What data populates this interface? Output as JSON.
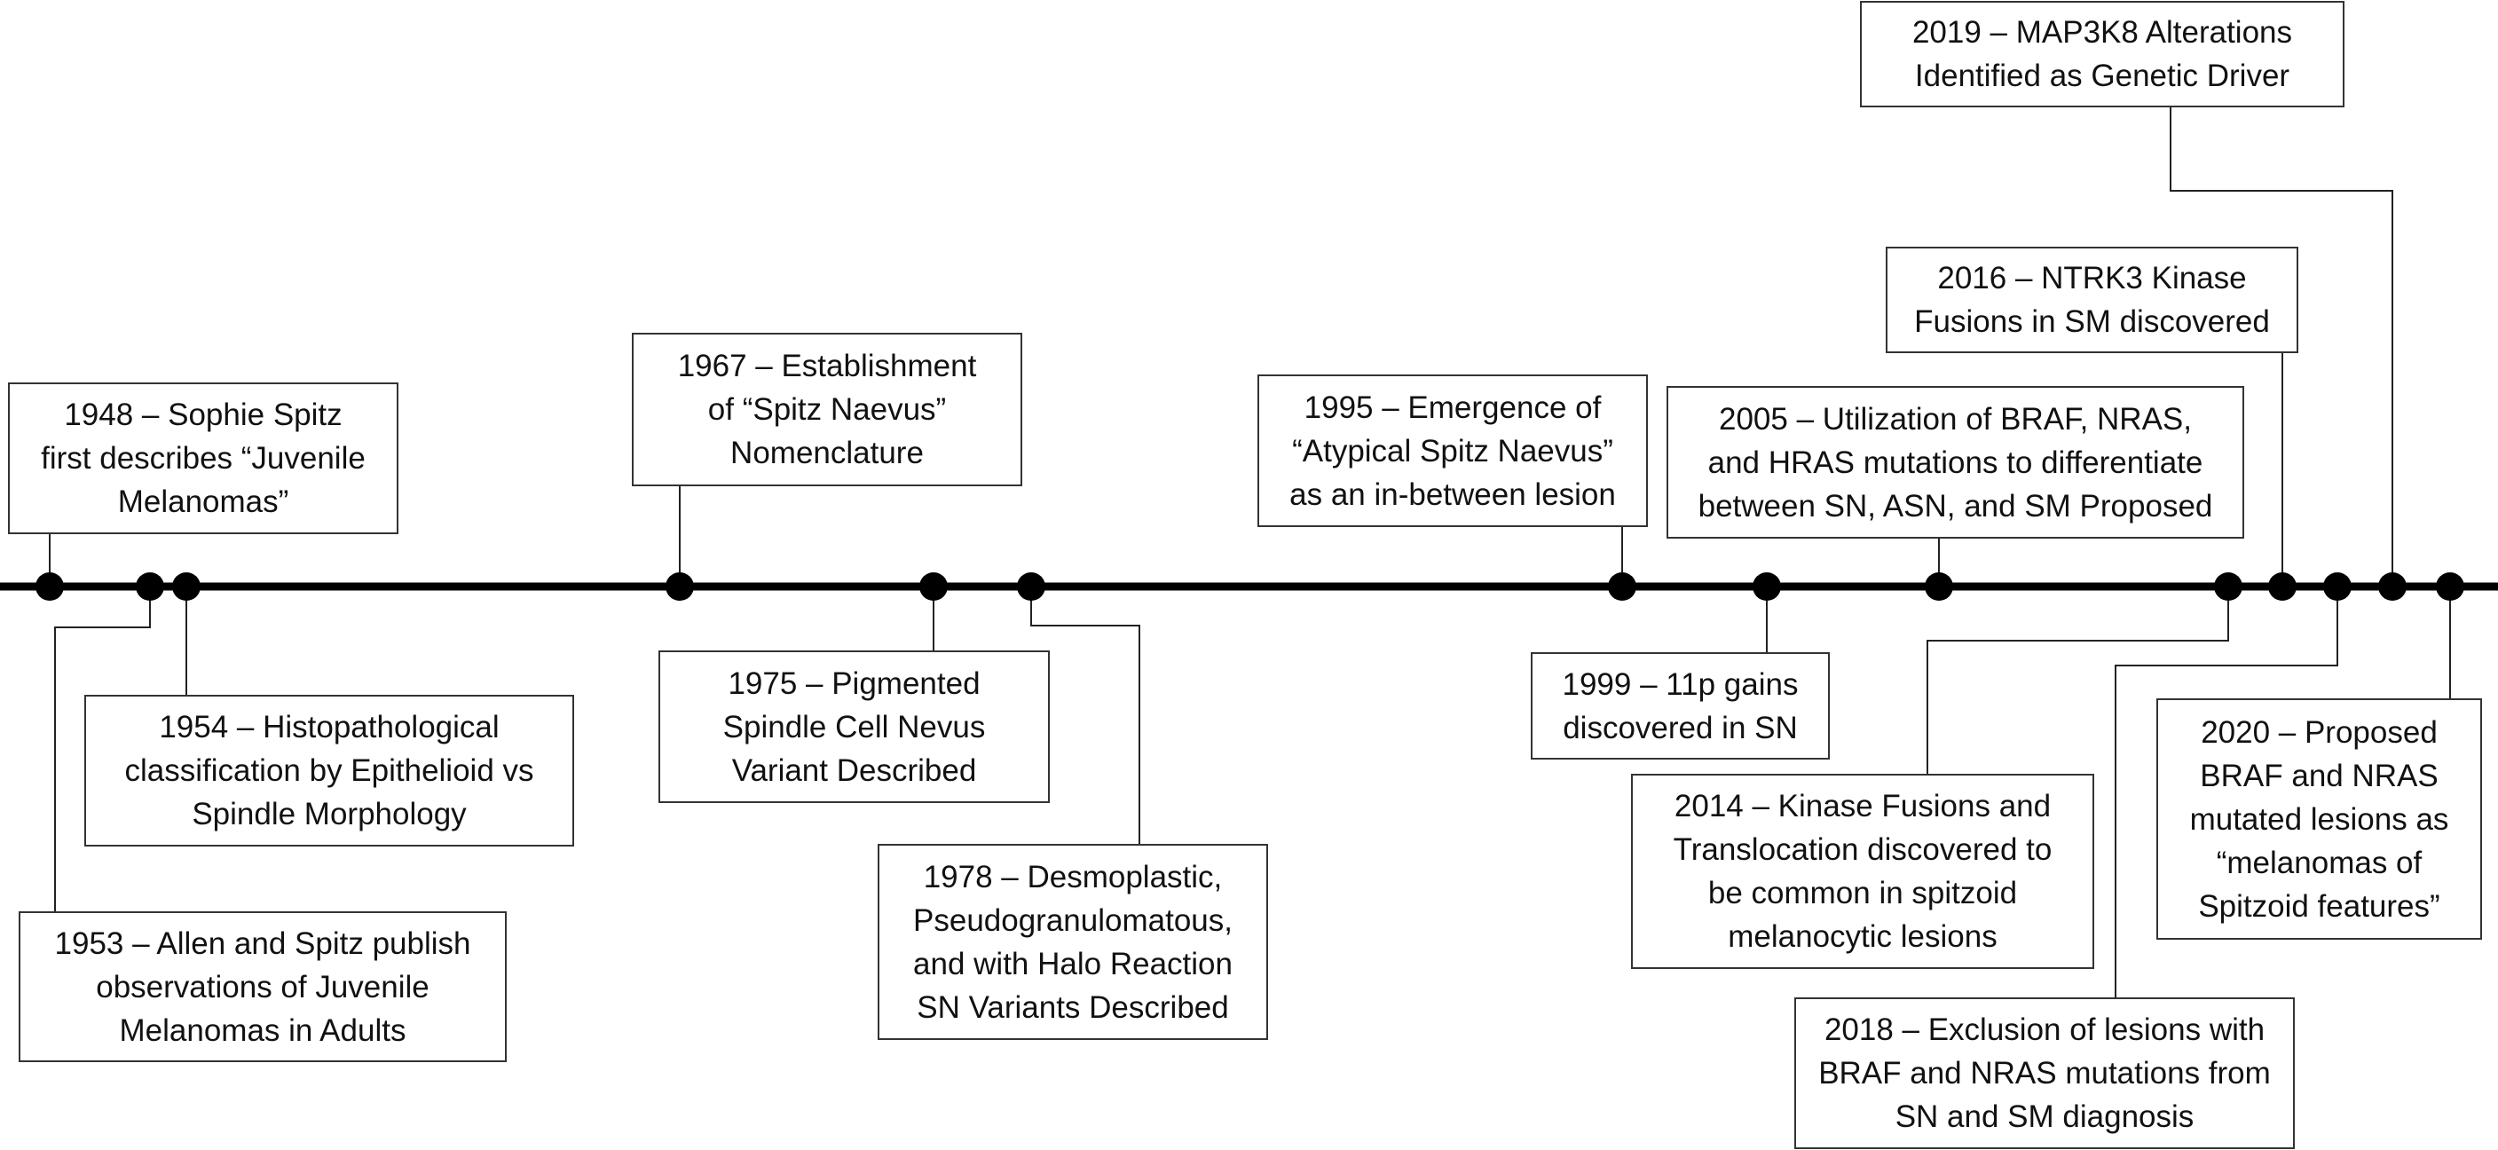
{
  "events": [
    {
      "id": "e1948",
      "lines": [
        "1948 – Sophie Spitz",
        "first describes “Juvenile",
        "Melanomas”"
      ]
    },
    {
      "id": "e1953",
      "lines": [
        "1953 – Allen and Spitz publish",
        "observations of Juvenile",
        "Melanomas in Adults"
      ]
    },
    {
      "id": "e1954",
      "lines": [
        "1954 – Histopathological",
        "classification by Epithelioid vs",
        "Spindle Morphology"
      ]
    },
    {
      "id": "e1967",
      "lines": [
        "1967 – Establishment",
        "of “Spitz Naevus”",
        "Nomenclature"
      ]
    },
    {
      "id": "e1975",
      "lines": [
        "1975 – Pigmented",
        "Spindle Cell Nevus",
        "Variant Described"
      ]
    },
    {
      "id": "e1978",
      "lines": [
        "1978 – Desmoplastic,",
        "Pseudogranulomatous,",
        "and with Halo Reaction",
        "SN Variants Described"
      ]
    },
    {
      "id": "e1995",
      "lines": [
        "1995 – Emergence of",
        "“Atypical Spitz Naevus”",
        "as an in-between lesion"
      ]
    },
    {
      "id": "e1999",
      "lines": [
        "1999 – 11p gains",
        "discovered in SN"
      ]
    },
    {
      "id": "e2005",
      "lines": [
        "2005 – Utilization of BRAF, NRAS,",
        "and HRAS mutations to differentiate",
        "between SN, ASN, and SM Proposed"
      ]
    },
    {
      "id": "e2014",
      "lines": [
        "2014 – Kinase Fusions and",
        "Translocation discovered to",
        "be common in spitzoid",
        "melanocytic lesions"
      ]
    },
    {
      "id": "e2016",
      "lines": [
        "2016 – NTRK3 Kinase",
        "Fusions in SM discovered"
      ]
    },
    {
      "id": "e2018",
      "lines": [
        "2018 – Exclusion of lesions with",
        "BRAF and NRAS mutations from",
        "SN and SM diagnosis"
      ]
    },
    {
      "id": "e2019",
      "lines": [
        "2019 – MAP3K8 Alterations",
        "Identified as Genetic Driver"
      ]
    },
    {
      "id": "e2020",
      "lines": [
        "2020 – Proposed",
        "BRAF and NRAS",
        "mutated lesions as",
        "“melanomas of",
        "Spitzoid features”"
      ]
    }
  ]
}
